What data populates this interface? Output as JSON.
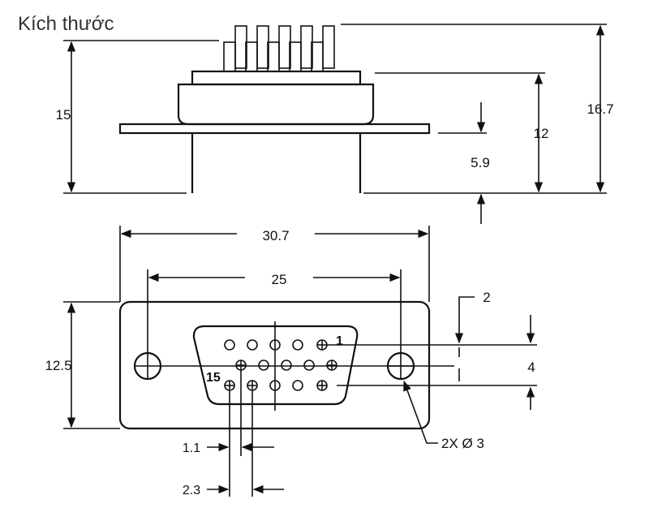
{
  "title": "Kích thước",
  "side_view": {
    "dim_overall_height": "16.7",
    "dim_body_height": "15",
    "dim_shell_height": "12",
    "dim_tail": "5.9"
  },
  "front_view": {
    "dim_flange_width": "30.7",
    "dim_hole_spacing": "25",
    "dim_flange_height": "12.5",
    "dim_top_offset": "2",
    "dim_row_pitch": "4",
    "dim_hole_dia": "2X Ø 3",
    "dim_pin_pitch_small": "1.1",
    "dim_pin_pitch": "2.3",
    "pin_first": "1",
    "pin_last": "15"
  }
}
